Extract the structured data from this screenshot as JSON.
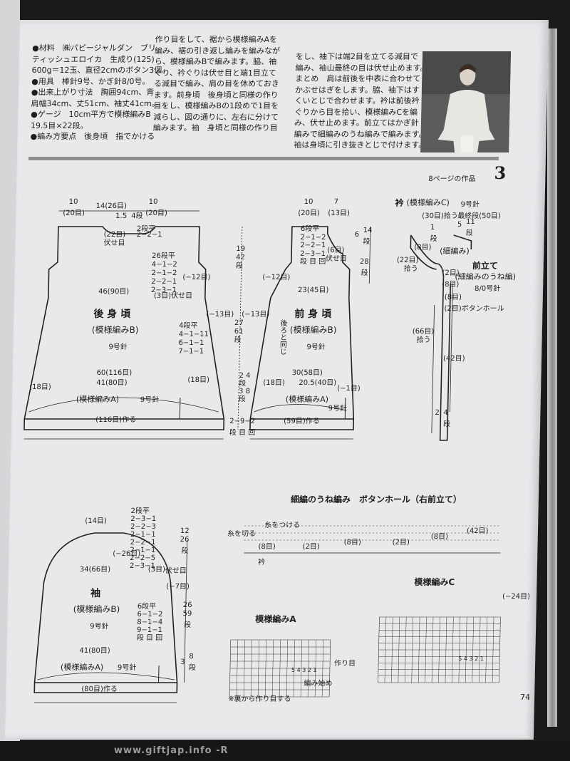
{
  "header": {
    "col1": [
      "●材料　㈱パピージャルダン　ブリ",
      "ティッシュエロイカ　生成り(125)",
      "600g＝12玉、直径2cmのボタン3個。",
      "●用具　棒針9号、かぎ針8/0号。",
      "●出来上がり寸法　胸囲94cm、背",
      "肩幅34cm、丈51cm、袖丈41cm。",
      "●ゲージ　10cm平方で模様編みB",
      "19.5目×22段。",
      "●編み方要点　後身頃　指でかける"
    ],
    "col2": [
      "作り目をして、裾から模様編みAを",
      "編み、裾の引き返し編みを編みなが",
      "ら、模様編みBで編みます。脇、袖",
      "ぐり、衿ぐりは伏せ目と端1目立て",
      "る減目で編み、肩の目を休めておき",
      "ます。前身頃　後身頃と同様の作り",
      "目をし、模様編みBの1段めで1目を",
      "減らし、図の通りに、左右に分けて",
      "編みます。袖　身頃と同様の作り目"
    ],
    "col3": [
      "をし、袖下は端2目を立てる減目で",
      "編み、袖山最終の目は伏せ止めます。",
      "まとめ　肩は前後を中表に合わせて",
      "かぶせはぎをします。脇、袖下はす",
      "くいとじで合わせます。衿は前後衿",
      "ぐりから目を拾い、模様編みCを編",
      "み、伏せ止めます。前立てはかぎ針",
      "編みで細編みのうね編みで編みます。",
      "袖は身頃に引き抜きとじで付けます。"
    ],
    "work_ref": "8ページの作品",
    "work_number": "3"
  },
  "back": {
    "tl_w": "10",
    "tl_st": "(20目)",
    "top_mid": "14(26目)",
    "tr_w": "10",
    "tr_st": "(20目)",
    "neck_depth": "1.5",
    "neck_rows": "4段",
    "neck_flat": "2段平",
    "neck_dec": "2−2−1",
    "neck_bo": "(22目)",
    "neck_bo2": "伏せ目",
    "armhole_rows": [
      "26段平",
      "4−1−2",
      "2−1−2",
      "2−2−1",
      "2−3−1"
    ],
    "armhole_bo": "(3目)伏せ目",
    "armhole_dec_st": "(−12目)",
    "chest": "46(90目)",
    "title": "後 身 頃",
    "pattern": "(模様編みB)",
    "needle": "9号針",
    "side_rows": [
      "4段平",
      "4−1−11",
      "6−1−1",
      "7−1−1"
    ],
    "side_dec": "(−13目)",
    "hem_top": "60(116目)",
    "hem_inner": "41(80目)",
    "hem_left": "(18目)",
    "hem_right": "(18目)",
    "hem_pattern": "(模様編みA)",
    "hem_needle": "9号針",
    "cast_on": "(116目)作る"
  },
  "center": {
    "r1a": "19",
    "r1b": "42",
    "r1c": "段",
    "r2a": "27",
    "r2b": "61",
    "r2c": "段",
    "r3a": "2",
    "r3b": "4",
    "r3c": "段",
    "r3d": "3",
    "r3e": "8",
    "r3f": "段",
    "bottom1": "2−9−2",
    "bottom2": "段 目 回"
  },
  "front": {
    "tl_w": "10",
    "tl_st": "(20目)",
    "tr_w": "7",
    "tr_st": "(13目)",
    "neck_rows": [
      "6段平",
      "2−1−2",
      "2−2−1",
      "2−3−1",
      "段 目 回"
    ],
    "neck_bo": "(6目)",
    "neck_bo2": "伏せ目",
    "neck_depth": "6",
    "neck_depth2": "14",
    "neck_depth3": "段",
    "depth2a": "28",
    "depth2b": "段",
    "arm_dec": "(−12目)",
    "side_dec": "(−13目)",
    "width": "23(45目)",
    "title": "前 身 頃",
    "pattern": "(模様編みB)",
    "needle": "9号針",
    "same_as_back": "後ろと同じ",
    "hem_top": "30(58目)",
    "hem_mid": "20.5(40目)",
    "hem_left": "(18目)",
    "hem_dec": "(−1目)",
    "hem_pattern": "(模様編みA)",
    "hem_needle": "9号針",
    "cast_on": "(59目)作る"
  },
  "collar": {
    "title": "衿",
    "pattern": "(模様編みC)",
    "needle": "9号針",
    "pickup": "(30目)拾う",
    "bo": "最終段(50目)",
    "side": "5",
    "side2": "11",
    "side3": "段",
    "left": "1",
    "left2": "段",
    "c22": "(22目)",
    "c22b": "拾う",
    "c8": "(8目)",
    "sc": "(細編み)",
    "band_title": "前立て",
    "band_pattern": "(細編みのうね編)",
    "band_hook": "8/0号針",
    "b2": "(2目)",
    "b8a": "(8目)",
    "b8b": "(8目)",
    "b2b": "(2目)ボタンホール",
    "b66": "(66目)",
    "b66b": "拾う",
    "b42": "(42目)",
    "bottom": "2",
    "bottom2": "4",
    "bottom3": "段"
  },
  "sleeve": {
    "top": "(14目)",
    "cap_rows": [
      "2段平",
      "2−3−1",
      "2−2−3",
      "2−1−1",
      "2−2−1",
      "2−1−1",
      "2−2−5",
      "2−3−1"
    ],
    "cap_bo": "伏せ目",
    "cap_dec": "(−26目)",
    "cap_h1": "12",
    "cap_h2": "26",
    "cap_h3": "段",
    "width": "34(66目)",
    "bo_left": "(3目)",
    "seven": "(−7目)",
    "title": "袖",
    "pattern": "(模様編みB)",
    "needle": "9号針",
    "inc_rows": [
      "6段平",
      "6−1−2",
      "8−1−4",
      "9−1−1",
      "段 目 回"
    ],
    "len1": "26",
    "len2": "59",
    "len3": "段",
    "cuff": "41(80目)",
    "cuff_pattern": "(模様編みA)",
    "cuff_needle": "9号針",
    "bottom_rows1": "3",
    "bottom_rows2": "8",
    "bottom_rows3": "段",
    "cast_on": "(80目)作る"
  },
  "buttonhole": {
    "title": "細編のうね編み　ボタンホール（右前立て）",
    "cut": "糸を切る",
    "attach": "糸をつける",
    "s8a": "(8目)",
    "s2a": "(2目)",
    "s8b": "(8目)",
    "s2b": "(2目)",
    "s8c": "(8目)",
    "s42": "(42目)",
    "collar": "衿"
  },
  "chartA": {
    "title": "模様編みA",
    "start": "作り目",
    "begin": "編み始め",
    "cols": "5 4 3 2 1"
  },
  "chartC": {
    "title": "模様編みC",
    "dec": "(−24目)",
    "cols": "5 4 3 2 1"
  },
  "footnote": "※裏から作り目する",
  "page_number": "74",
  "watermark": "www.giftjap.info -R"
}
